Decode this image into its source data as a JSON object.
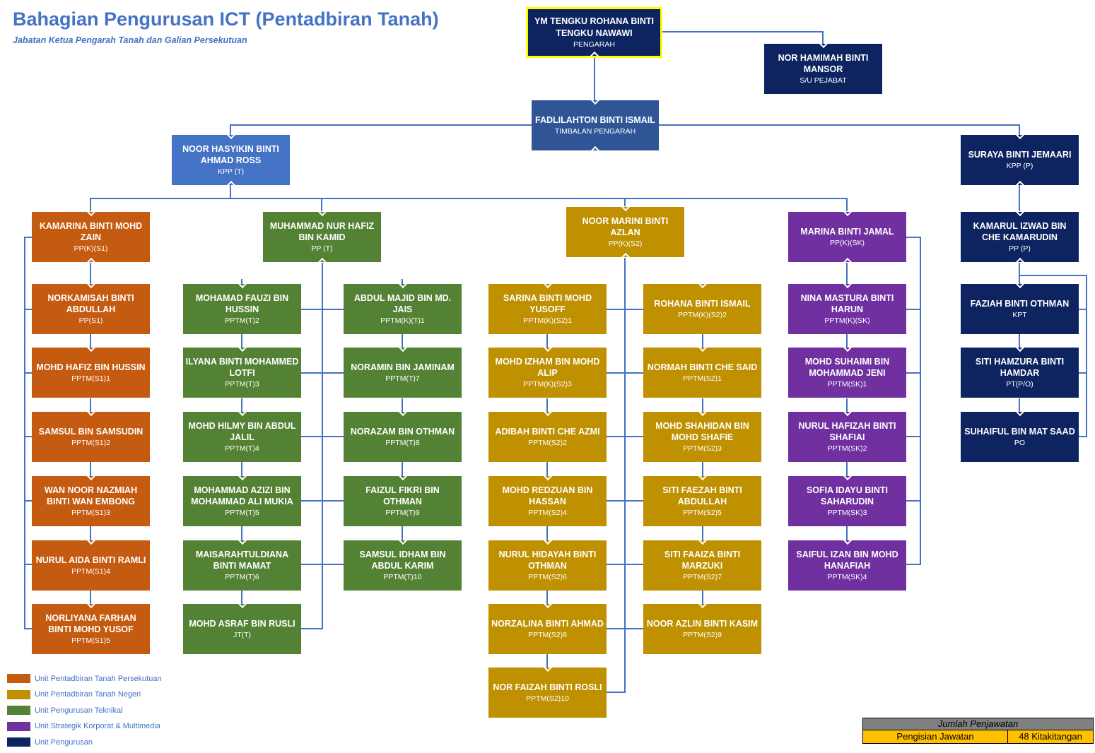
{
  "header": {
    "title": "Bahagian Pengurusan ICT (Pentadbiran Tanah)",
    "subtitle": "Jabatan Ketua Pengarah Tanah dan Galian Persekutuan"
  },
  "colors": {
    "director": "#0E2461",
    "management": "#0E2461",
    "deputy": "#2F5597",
    "kpp_t": "#4472C4",
    "federal_unit": "#C55A11",
    "technical_unit": "#548235",
    "state_unit": "#BF9000",
    "strategic_unit": "#7030A0",
    "director_border": "#FFFF00"
  },
  "director": {
    "name": "YM TENGKU ROHANA BINTI TENGKU NAWAWI",
    "role": "PENGARAH"
  },
  "secretary": {
    "name": "NOR HAMIMAH BINTI MANSOR",
    "role": "S/U PEJABAT"
  },
  "deputy": {
    "name": "FADLILAHTON BINTI ISMAIL",
    "role": "TIMBALAN PENGARAH"
  },
  "kpp_t": {
    "name": "NOOR HASYIKIN BINTI AHMAD ROSS",
    "role": "KPP (T)"
  },
  "kpp_p": {
    "name": "SURAYA BINTI JEMAARI",
    "role": "KPP (P)"
  },
  "unit_federal": {
    "head": {
      "name": "KAMARINA BINTI MOHD ZAIN",
      "role": "PP(K)(S1)"
    },
    "staff": [
      {
        "name": "NORKAMISAH BINTI ABDULLAH",
        "role": "PP(S1)"
      },
      {
        "name": "MOHD HAFIZ BIN HUSSIN",
        "role": "PPTM(S1)1"
      },
      {
        "name": "SAMSUL BIN SAMSUDIN",
        "role": "PPTM(S1)2"
      },
      {
        "name": "WAN NOOR NAZMIAH BINTI WAN EMBONG",
        "role": "PPTM(S1)3"
      },
      {
        "name": "NURUL AIDA BINTI RAMLI",
        "role": "PPTM(S1)4"
      },
      {
        "name": "NORLIYANA FARHAN BINTI MOHD YUSOF",
        "role": "PPTM(S1)5"
      }
    ]
  },
  "unit_technical": {
    "head": {
      "name": "MUHAMMAD NUR HAFIZ BIN KAMID",
      "role": "PP (T)"
    },
    "left": [
      {
        "name": "MOHAMAD FAUZI BIN HUSSIN",
        "role": "PPTM(T)2"
      },
      {
        "name": "ILYANA BINTI MOHAMMED LOTFI",
        "role": "PPTM(T)3"
      },
      {
        "name": "MOHD HILMY BIN ABDUL JALIL",
        "role": "PPTM(T)4"
      },
      {
        "name": "MOHAMMAD AZIZI BIN MOHAMMAD ALI MUKIA",
        "role": "PPTM(T)5"
      },
      {
        "name": "MAISARAHTULDIANA BINTI MAMAT",
        "role": "PPTM(T)6"
      },
      {
        "name": "MOHD ASRAF BIN RUSLI",
        "role": "JT(T)"
      }
    ],
    "right": [
      {
        "name": "ABDUL MAJID BIN MD. JAIS",
        "role": "PPTM(K)(T)1"
      },
      {
        "name": "NORAMIN BIN JAMINAM",
        "role": "PPTM(T)7"
      },
      {
        "name": "NORAZAM BIN OTHMAN",
        "role": "PPTM(T)8"
      },
      {
        "name": "FAIZUL FIKRI BIN OTHMAN",
        "role": "PPTM(T)9"
      },
      {
        "name": "SAMSUL IDHAM BIN ABDUL KARIM",
        "role": "PPTM(T)10"
      }
    ]
  },
  "unit_state": {
    "head": {
      "name": "NOOR MARINI BINTI AZLAN",
      "role": "PP(K)(S2)"
    },
    "left": [
      {
        "name": "SARINA BINTI MOHD YUSOFF",
        "role": "PPTM(K)(S2)1"
      },
      {
        "name": "MOHD IZHAM BIN MOHD ALIP",
        "role": "PPTM(K)(S2)3"
      },
      {
        "name": "ADIBAH BINTI CHE AZMI",
        "role": "PPTM(S2)2"
      },
      {
        "name": "MOHD REDZUAN BIN HASSAN",
        "role": "PPTM(S2)4"
      },
      {
        "name": "NURUL HIDAYAH BINTI OTHMAN",
        "role": "PPTM(S2)6"
      },
      {
        "name": "NORZALINA BINTI AHMAD",
        "role": "PPTM(S2)8"
      },
      {
        "name": "NOR FAIZAH BINTI ROSLI",
        "role": "PPTM(S2)10"
      }
    ],
    "right": [
      {
        "name": "ROHANA BINTI ISMAIL",
        "role": "PPTM(K)(S2)2"
      },
      {
        "name": "NORMAH BINTI CHE SAID",
        "role": "PPTM(S2)1"
      },
      {
        "name": "MOHD SHAHIDAN BIN MOHD SHAFIE",
        "role": "PPTM(S2)3"
      },
      {
        "name": "SITI FAEZAH BINTI ABDULLAH",
        "role": "PPTM(S2)5"
      },
      {
        "name": "SITI FAAIZA BINTI MARZUKI",
        "role": "PPTM(S2)7"
      },
      {
        "name": "NOOR AZLIN BINTI KASIM",
        "role": "PPTM(S2)9"
      }
    ]
  },
  "unit_strategic": {
    "head": {
      "name": "MARINA BINTI JAMAL",
      "role": "PP(K)(SK)"
    },
    "staff": [
      {
        "name": "NINA MASTURA BINTI HARUN",
        "role": "PPTM(K)(SK)"
      },
      {
        "name": "MOHD SUHAIMI BIN MOHAMMAD JENI",
        "role": "PPTM(SK)1"
      },
      {
        "name": "NURUL HAFIZAH BINTI SHAFIAI",
        "role": "PPTM(SK)2"
      },
      {
        "name": "SOFIA IDAYU BINTI SAHARUDIN",
        "role": "PPTM(SK)3"
      },
      {
        "name": "SAIFUL IZAN BIN MOHD HANAFIAH",
        "role": "PPTM(SK)4"
      }
    ]
  },
  "unit_management": {
    "head": {
      "name": "KAMARUL IZWAD BIN CHE KAMARUDIN",
      "role": "PP (P)"
    },
    "staff": [
      {
        "name": "FAZIAH BINTI OTHMAN",
        "role": "KPT"
      },
      {
        "name": "SITI HAMZURA BINTI HAMDAR",
        "role": "PT(P/O)"
      },
      {
        "name": "SUHAIFUL BIN MAT SAAD",
        "role": "PO"
      }
    ]
  },
  "legend": [
    {
      "label": "Unit Pentadbiran Tanah Persekutuan",
      "color": "#C55A11"
    },
    {
      "label": "Unit Pentadbiran Tanah Negeri",
      "color": "#BF9000"
    },
    {
      "label": "Unit Pengurusan Teknikal",
      "color": "#548235"
    },
    {
      "label": "Unit Strategik Korporat & Multimedia",
      "color": "#7030A0"
    },
    {
      "label": "Unit Pengurusan",
      "color": "#0E2461"
    }
  ],
  "summary": {
    "header": "Jumlah Penjawatan",
    "label": "Pengisian Jawatan",
    "value": "48 Kitakitangan"
  }
}
